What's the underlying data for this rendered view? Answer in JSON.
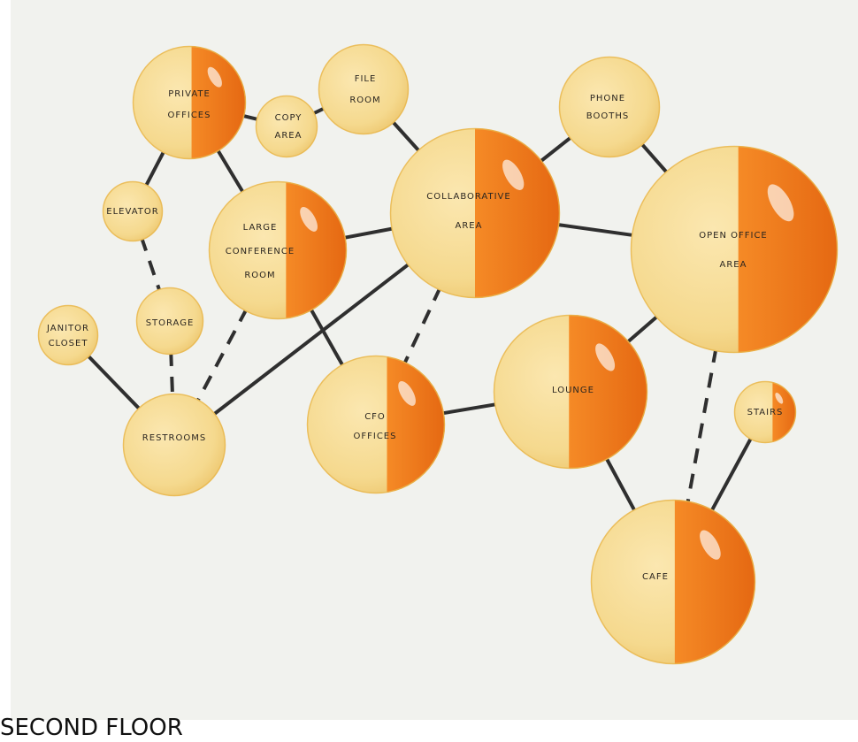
{
  "caption": "SECOND FLOOR",
  "colors": {
    "paper": "#f1f2ee",
    "light_half": "#f5d98e",
    "dark_half": "#f07a1c",
    "outline": "#e8b64c",
    "connector": "#2f2f2f"
  },
  "bubbles": {
    "private_offices": [
      "PRIVATE",
      "OFFICES"
    ],
    "file_room": [
      "FILE",
      "ROOM"
    ],
    "copy_area": [
      "COPY",
      "AREA"
    ],
    "phone_booths": [
      "PHONE",
      "BOOTHS"
    ],
    "elevator": [
      "ELEVATOR"
    ],
    "large_conference_room": [
      "LARGE",
      "CONFERENCE",
      "ROOM"
    ],
    "collaborative_area": [
      "COLLABORATIVE",
      "AREA"
    ],
    "open_office_area": [
      "OPEN OFFICE",
      "AREA"
    ],
    "janitor_closet": [
      "JANITOR",
      "CLOSET"
    ],
    "storage": [
      "STORAGE"
    ],
    "restrooms": [
      "RESTROOMS"
    ],
    "cfo_offices": [
      "CFO",
      "OFFICES"
    ],
    "lounge": [
      "LOUNGE"
    ],
    "stairs": [
      "STAIRS"
    ],
    "cafe": [
      "CAFE"
    ]
  },
  "connections": [
    {
      "from": "private_offices",
      "to": "copy_area",
      "style": "solid"
    },
    {
      "from": "copy_area",
      "to": "file_room",
      "style": "solid"
    },
    {
      "from": "private_offices",
      "to": "elevator",
      "style": "solid"
    },
    {
      "from": "private_offices",
      "to": "large_conference_room",
      "style": "solid"
    },
    {
      "from": "file_room",
      "to": "collaborative_area",
      "style": "solid"
    },
    {
      "from": "phone_booths",
      "to": "collaborative_area",
      "style": "solid"
    },
    {
      "from": "phone_booths",
      "to": "open_office_area",
      "style": "solid"
    },
    {
      "from": "large_conference_room",
      "to": "collaborative_area",
      "style": "solid"
    },
    {
      "from": "collaborative_area",
      "to": "open_office_area",
      "style": "solid"
    },
    {
      "from": "elevator",
      "to": "storage",
      "style": "dashed"
    },
    {
      "from": "storage",
      "to": "restrooms",
      "style": "dashed"
    },
    {
      "from": "janitor_closet",
      "to": "restrooms",
      "style": "solid"
    },
    {
      "from": "large_conference_room",
      "to": "restrooms",
      "style": "dashed"
    },
    {
      "from": "collaborative_area",
      "to": "restrooms",
      "style": "solid"
    },
    {
      "from": "large_conference_room",
      "to": "cfo_offices",
      "style": "solid"
    },
    {
      "from": "collaborative_area",
      "to": "cfo_offices",
      "style": "dashed"
    },
    {
      "from": "cfo_offices",
      "to": "lounge",
      "style": "solid"
    },
    {
      "from": "lounge",
      "to": "open_office_area",
      "style": "solid"
    },
    {
      "from": "lounge",
      "to": "cafe",
      "style": "solid"
    },
    {
      "from": "open_office_area",
      "to": "cafe",
      "style": "dashed"
    },
    {
      "from": "stairs",
      "to": "cafe",
      "style": "solid"
    }
  ]
}
